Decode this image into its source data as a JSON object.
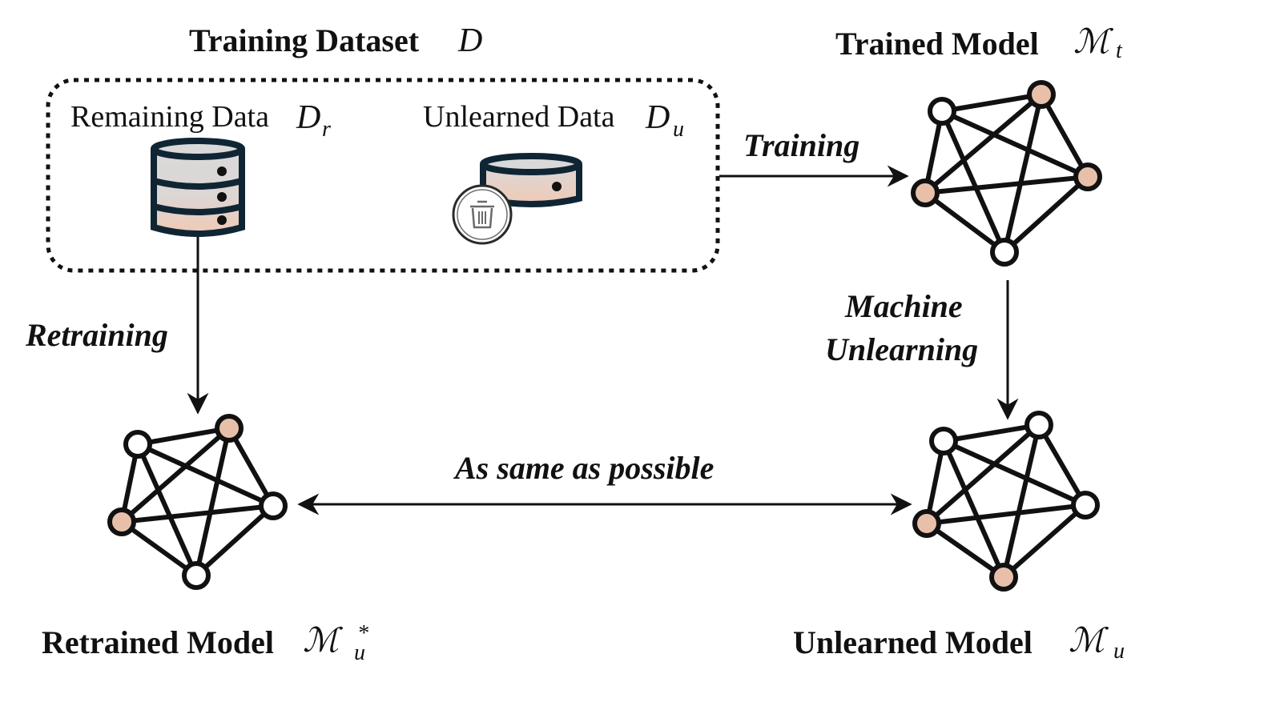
{
  "dataset": {
    "title": "Training Dataset",
    "symbol": "D",
    "remaining": {
      "label": "Remaining Data",
      "symbol": "D",
      "subscript": "r"
    },
    "unlearned": {
      "label": "Unlearned Data",
      "symbol": "D",
      "subscript": "u"
    }
  },
  "models": {
    "trained": {
      "label": "Trained Model",
      "symbol": "ℳ",
      "subscript": "t"
    },
    "retrained": {
      "label": "Retrained Model",
      "symbol": "ℳ",
      "subscript": "u",
      "superscript": "*"
    },
    "unlearned": {
      "label": "Unlearned Model",
      "symbol": "ℳ",
      "subscript": "u"
    }
  },
  "arrows": {
    "training": "Training",
    "retraining": "Retraining",
    "machine_unlearning_line1": "Machine",
    "machine_unlearning_line2": "Unlearning",
    "same": "As same as possible"
  },
  "colors": {
    "node_peach": "#e8c0aa",
    "node_white": "#ffffff",
    "stroke": "#111111",
    "db_top": "#d9d9d9",
    "db_body_dark": "#0f2533",
    "icon_circle": "#ffffff"
  }
}
